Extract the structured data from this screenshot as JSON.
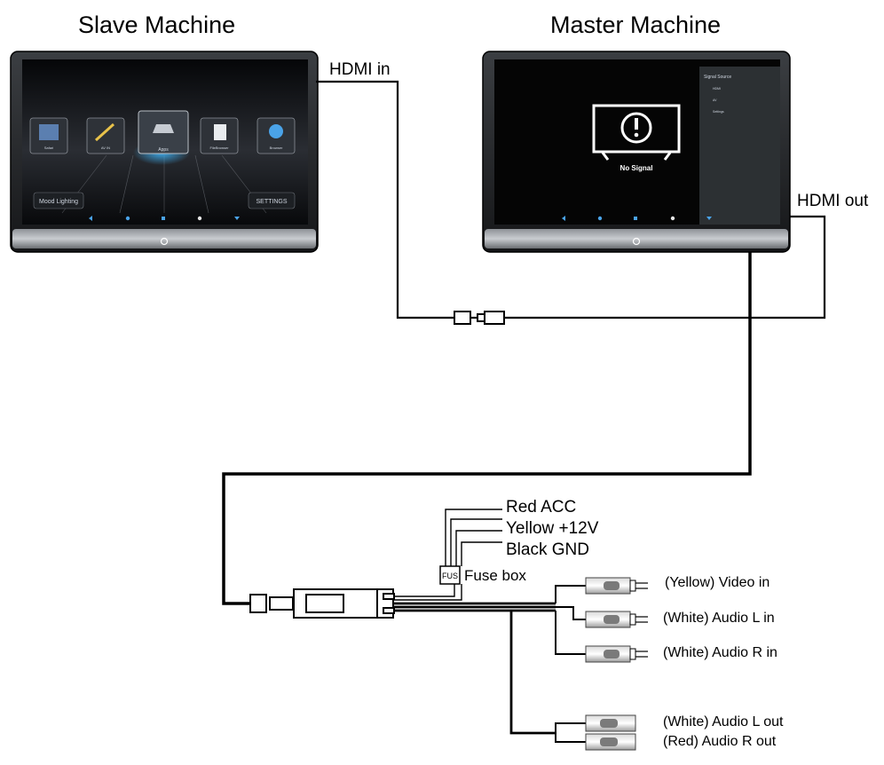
{
  "slave": {
    "title": "Slave Machine",
    "apps": [
      "Safari",
      "AV IN",
      "Apps",
      "FileBrowser",
      "Browser"
    ],
    "mood_label": "Mood Lighting",
    "settings_label": "SETTINGS"
  },
  "master": {
    "title": "Master Machine",
    "no_signal": "No Signal",
    "signal_source": "Signal Source",
    "sources": [
      "HDMI",
      "AV",
      "Settings"
    ]
  },
  "labels": {
    "hdmi_in": "HDMI in",
    "hdmi_out": "HDMI out",
    "red_acc": "Red ACC",
    "yellow_12v": "Yellow +12V",
    "black_gnd": "Black GND",
    "fuse_box": "Fuse box",
    "fuse_short": "FUS",
    "video_in": "(Yellow) Video in",
    "audio_l_in": "(White) Audio L in",
    "audio_r_in": "(White) Audio R in",
    "audio_l_out": "(White) Audio L out",
    "audio_r_out": "(Red) Audio R out"
  }
}
